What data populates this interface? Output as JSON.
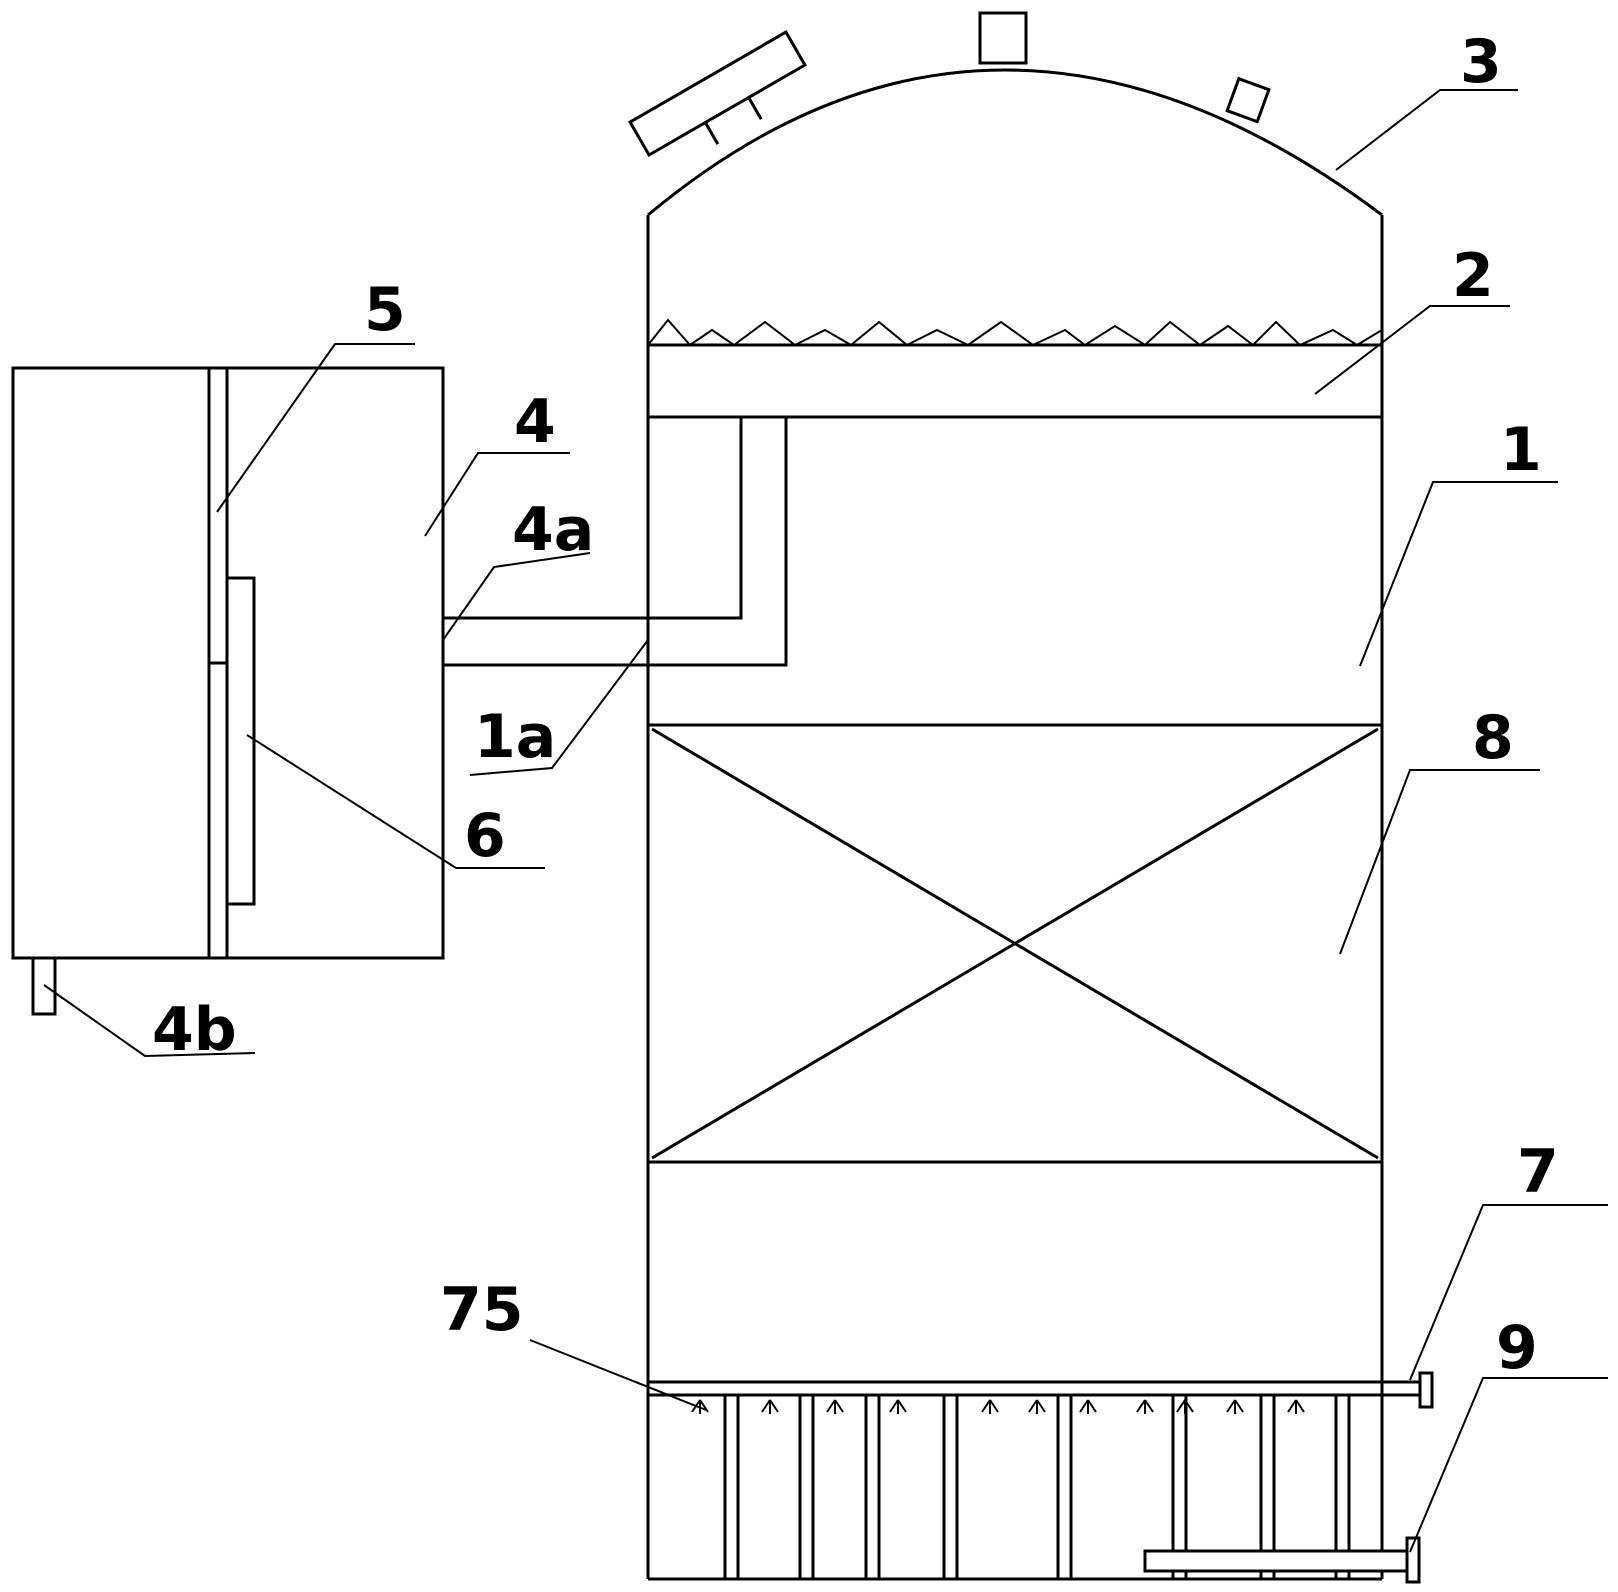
{
  "labels": {
    "tower": "1",
    "demister": "2",
    "head": "3",
    "side_tank": "4",
    "tank_inlet": "4a",
    "tank_outlet": "4b",
    "partition": "5",
    "plate": "6",
    "inlet_pipe": "7",
    "packing": "8",
    "bottom_pipe": "9",
    "tower_outlet": "1a",
    "nozzles": "75"
  }
}
